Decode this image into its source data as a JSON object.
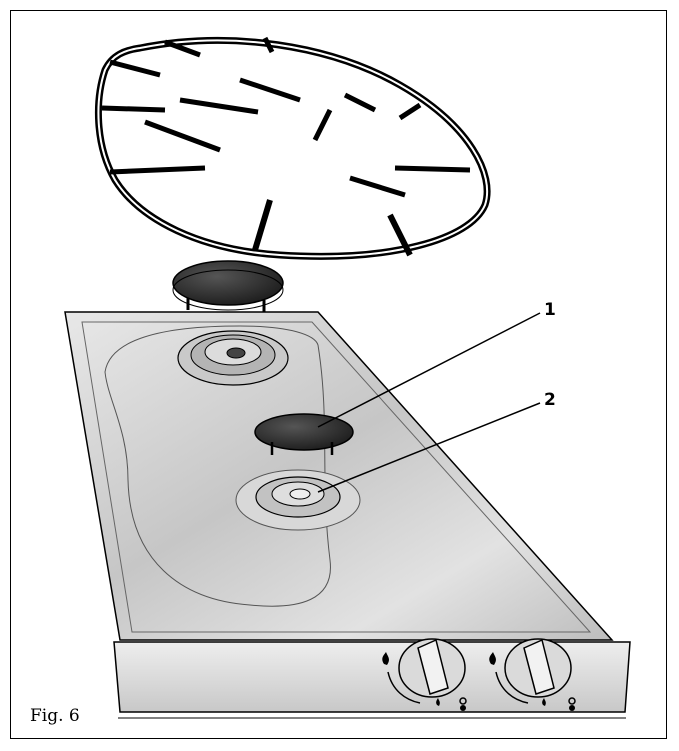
{
  "callouts": {
    "one": "1",
    "two": "2"
  },
  "figure": {
    "label": "Fig. 6"
  },
  "icons": [
    "flame-icon",
    "small-flame-icon",
    "ignition-icon"
  ],
  "colors": {
    "stroke": "#000000",
    "hob_surface": "#d0d0d0",
    "burner_cap": "#2a2a2a"
  }
}
